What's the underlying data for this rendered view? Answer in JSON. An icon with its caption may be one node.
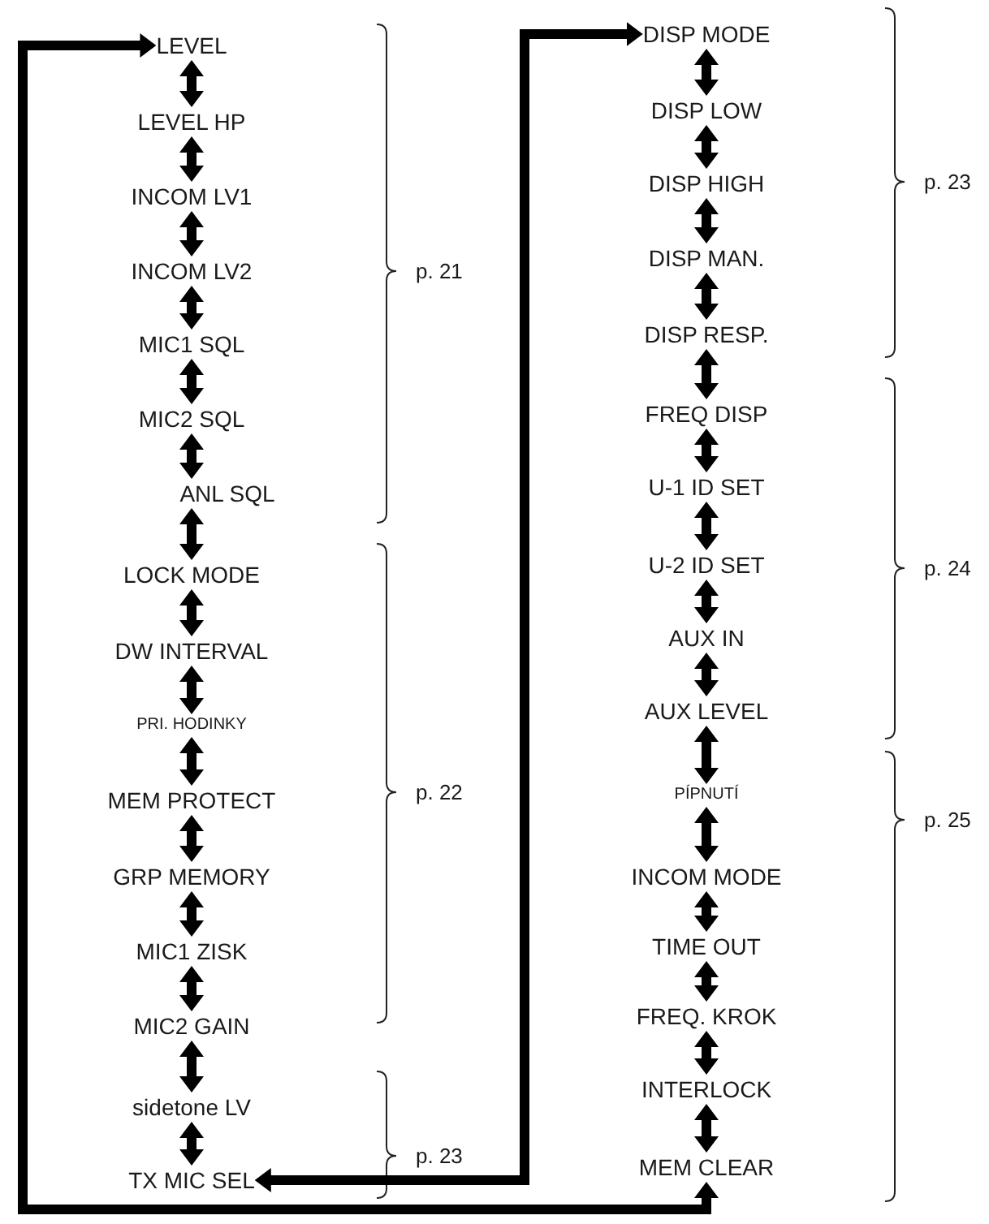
{
  "diagram": {
    "nodes": [
      {
        "text": [
          "LEVEL"
        ]
      },
      {
        "text": [
          "LEVEL HP"
        ]
      },
      {
        "text": [
          "INCOM LV1"
        ]
      },
      {
        "text": [
          "INCOM LV2"
        ]
      },
      {
        "text": [
          "MIC1 SQL"
        ]
      },
      {
        "text": [
          "MIC2 SQL"
        ]
      },
      {
        "text": [
          "ANL SQL"
        ]
      },
      {
        "text": [
          "LOCK MODE"
        ]
      },
      {
        "text": [
          "DW INTERVAL"
        ]
      },
      {
        "text": [
          "PRI. HODINKY"
        ]
      },
      {
        "text": [
          "MEM PROTECT"
        ]
      },
      {
        "text": [
          "GRP MEMORY"
        ]
      },
      {
        "text": [
          "MIC1 ZISK"
        ]
      },
      {
        "text": [
          "MIC2 GAIN"
        ]
      },
      {
        "text": [
          "sidetone LV"
        ]
      },
      {
        "text": [
          "TX MIC SEL"
        ]
      },
      {
        "text": [
          "DISP MODE"
        ]
      },
      {
        "text": [
          "DISP LOW"
        ]
      },
      {
        "text": [
          "DISP HIGH"
        ]
      },
      {
        "text": [
          "DISP MAN."
        ]
      },
      {
        "text": [
          "DISP RESP."
        ]
      },
      {
        "text": [
          "FREQ DISP"
        ]
      },
      {
        "text": [
          "U-1 ID SET"
        ]
      },
      {
        "text": [
          "U-2 ID SET"
        ]
      },
      {
        "text": [
          "AUX IN"
        ]
      },
      {
        "text": [
          "AUX LEVEL"
        ]
      },
      {
        "text": [
          "PÍPNUTÍ"
        ]
      },
      {
        "text": [
          "INCOM MODE"
        ]
      },
      {
        "text": [
          "TIME OUT"
        ]
      },
      {
        "text": [
          "FREQ. KROK"
        ]
      },
      {
        "text": [
          "INTERLOCK"
        ]
      },
      {
        "text": [
          "MEM CLEAR"
        ]
      }
    ],
    "edges": [
      {
        "from": 0,
        "to": 1,
        "arrow": "both"
      },
      {
        "from": 1,
        "to": 2,
        "arrow": "both"
      },
      {
        "from": 2,
        "to": 3,
        "arrow": "both"
      },
      {
        "from": 3,
        "to": 4,
        "arrow": "both"
      },
      {
        "from": 4,
        "to": 5,
        "arrow": "both"
      },
      {
        "from": 5,
        "to": 6,
        "arrow": "both"
      },
      {
        "from": 6,
        "to": 7,
        "arrow": "both"
      },
      {
        "from": 7,
        "to": 8,
        "arrow": "both"
      },
      {
        "from": 8,
        "to": 9,
        "arrow": "both"
      },
      {
        "from": 9,
        "to": 10,
        "arrow": "both"
      },
      {
        "from": 10,
        "to": 11,
        "arrow": "both"
      },
      {
        "from": 11,
        "to": 12,
        "arrow": "both"
      },
      {
        "from": 12,
        "to": 13,
        "arrow": "both"
      },
      {
        "from": 13,
        "to": 14,
        "arrow": "both"
      },
      {
        "from": 14,
        "to": 15,
        "arrow": "both"
      },
      {
        "from": 16,
        "to": 17,
        "arrow": "both"
      },
      {
        "from": 17,
        "to": 18,
        "arrow": "both"
      },
      {
        "from": 18,
        "to": 19,
        "arrow": "both"
      },
      {
        "from": 19,
        "to": 20,
        "arrow": "both"
      },
      {
        "from": 20,
        "to": 21,
        "arrow": "both"
      },
      {
        "from": 21,
        "to": 22,
        "arrow": "both"
      },
      {
        "from": 22,
        "to": 23,
        "arrow": "both"
      },
      {
        "from": 23,
        "to": 24,
        "arrow": "both"
      },
      {
        "from": 24,
        "to": 25,
        "arrow": "both"
      },
      {
        "from": 25,
        "to": 26,
        "arrow": "both"
      },
      {
        "from": 26,
        "to": 27,
        "arrow": "both"
      },
      {
        "from": 27,
        "to": 28,
        "arrow": "both"
      },
      {
        "from": 28,
        "to": 29,
        "arrow": "both"
      },
      {
        "from": 29,
        "to": 30,
        "arrow": "both"
      },
      {
        "from": 30,
        "to": 31,
        "arrow": "both"
      },
      {
        "from": 15,
        "to": 16,
        "arrow": "both"
      },
      {
        "from": 31,
        "to": 0,
        "arrow": "both"
      }
    ],
    "labels": [
      "p. 21",
      "p. 22",
      "p. 23",
      "p. 23",
      "p. 24",
      "p. 25"
    ]
  }
}
